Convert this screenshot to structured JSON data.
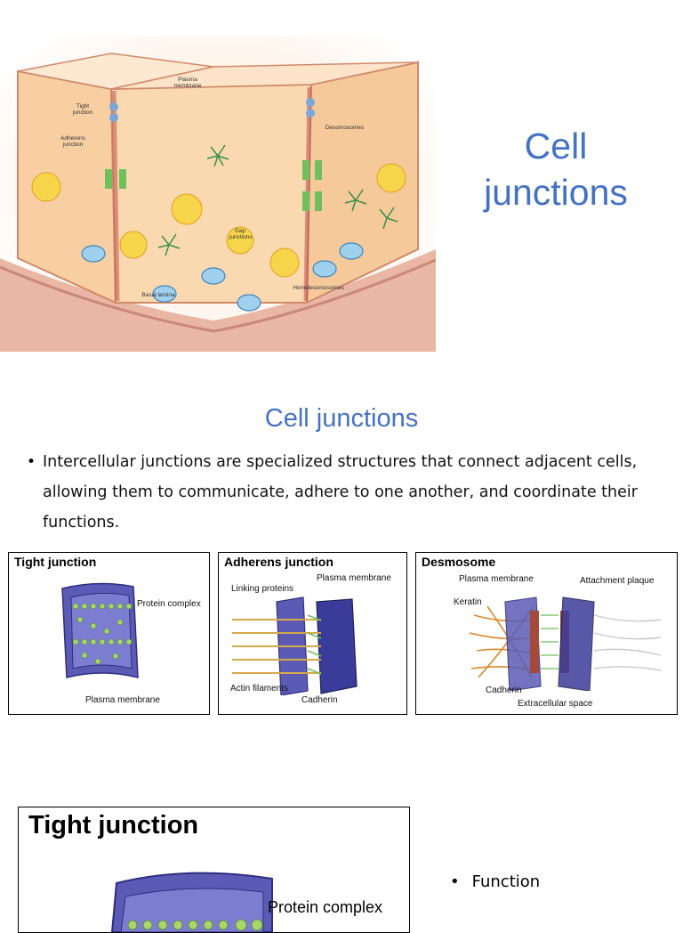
{
  "slide1": {
    "title_line1": "Cell",
    "title_line2": "junctions",
    "illustration_labels": {
      "plasma_membrane": "Plasma membrane",
      "tight_junction": "Tight junction",
      "adherens_junction": "Adherens junction",
      "desmosomes": "Desomosomes",
      "gap_junctions": "Gap junctions",
      "basal_lamina": "Basal lamina",
      "hemidesmosomes": "Hemidesomosomes"
    }
  },
  "slide2": {
    "title": "Cell junctions",
    "bullet": "Intercellular junctions are specialized structures that connect adjacent cells, allowing them to communicate, adhere to one another, and coordinate their functions.",
    "bullet_lines": [
      "Intercellular junctions are specialized structures that connect adjacent cells,",
      "allowing them to communicate, adhere to one another, and coordinate their",
      "functions."
    ],
    "panels": {
      "tight": {
        "title": "Tight junction",
        "protein_complex": "Protein complex",
        "plasma_membrane": "Plasma membrane"
      },
      "adherens": {
        "title": "Adherens junction",
        "linking_proteins": "Linking proteins",
        "plasma_membrane": "Plasma membrane",
        "actin_filaments": "Actin filaments",
        "cadherin": "Cadherin"
      },
      "desmosome": {
        "title": "Desmosome",
        "plasma_membrane": "Plasma membrane",
        "attachment_plaque": "Attachment plaque",
        "keratin": "Keratin",
        "cadherin": "Cadherin",
        "extracellular_space": "Extracellular space"
      }
    }
  },
  "slide3": {
    "panel_title": "Tight junction",
    "protein_complex": "Protein complex",
    "bullet": "Function"
  },
  "colors": {
    "title_blue": "#4472c4",
    "membrane_purple": "#5b5bb5",
    "protein_green": "#8bc34a"
  }
}
